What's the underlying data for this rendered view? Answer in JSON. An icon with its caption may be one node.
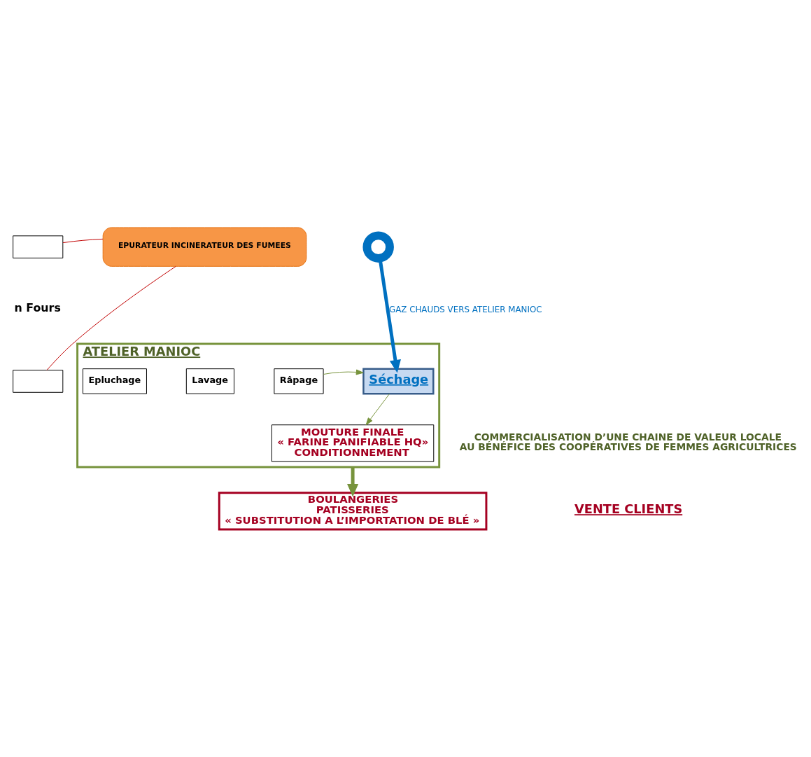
{
  "diagram": {
    "nodes": [
      {
        "text": [],
        "shape": "box"
      },
      {
        "text": [],
        "shape": "box"
      },
      {
        "text": [
          "EPURATEUR INCINERATEUR DES FUMEES"
        ]
      },
      {
        "text": [],
        "shape": "circle"
      },
      {
        "text": [
          "ATELIER MANIOC"
        ]
      },
      {
        "text": [
          "Epluchage"
        ],
        "in": 4
      },
      {
        "text": [
          "Lavage"
        ],
        "in": 4
      },
      {
        "text": [
          "Râpage"
        ],
        "in": 4
      },
      {
        "text": [
          "Séchage"
        ],
        "in": 4
      },
      {
        "text": [
          "MOUTURE FINALE",
          "« FARINE PANIFIABLE HQ»",
          "CONDITIONNEMENT"
        ],
        "in": 4
      },
      {
        "text": [
          "BOULANGERIES",
          "PATISSERIES",
          "« SUBSTITUTION A L’IMPORTATION DE BLÉ »"
        ]
      }
    ],
    "edges": [
      {
        "from": 0,
        "to": 2,
        "arrow": "none",
        "color": "#c00000"
      },
      {
        "from": 1,
        "to": 2,
        "arrow": "none",
        "color": "#c00000"
      },
      {
        "from": 3,
        "to": 8,
        "arrow": "to",
        "label": "GAZ CHAUDS VERS ATELIER MANIOC",
        "style": "thick",
        "color": "#0070c0"
      },
      {
        "from": 7,
        "to": 8,
        "arrow": "to"
      },
      {
        "from": 8,
        "to": 9,
        "arrow": "to"
      },
      {
        "from": 4,
        "to": 10,
        "arrow": "to",
        "style": "thick"
      }
    ],
    "labels": [
      "n Fours",
      "COMMERCIALISATION D’UNE CHAINE DE VALEUR LOCALE AU BÉNÉFICE DES COOPÉRATIVES DE FEMMES AGRICULTRICES",
      "VENTE CLIENTS"
    ]
  }
}
